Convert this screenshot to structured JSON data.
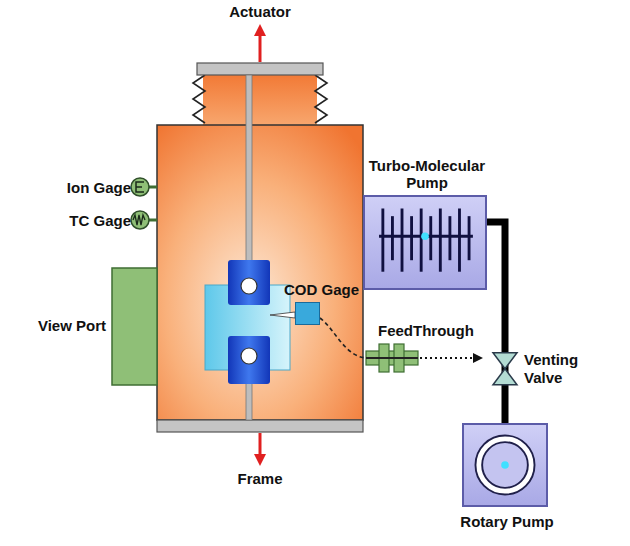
{
  "diagram": {
    "nodes": [
      {
        "text": [
          "Turbo-Molecular Pump"
        ]
      },
      {
        "text": [
          "COD Gage"
        ]
      },
      {
        "text": [
          "Rotary Pump"
        ]
      }
    ],
    "edges": [
      {
        "from": 0,
        "to": 2,
        "arrow": "none",
        "label": "Venting Valve"
      }
    ],
    "labels": [
      "Actuator",
      "Ion Gage",
      "TC Gage",
      "View Port",
      "FeedThrough",
      "Frame"
    ]
  }
}
